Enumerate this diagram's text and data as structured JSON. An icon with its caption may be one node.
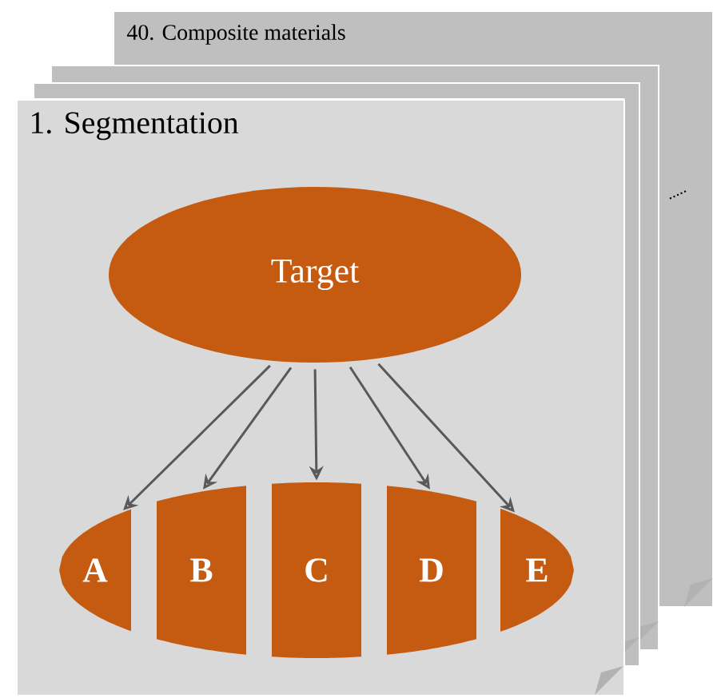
{
  "diagram": {
    "nodes": [
      {
        "text": [
          "40. Composite materials"
        ]
      },
      {
        "text": [],
        "shape": "box"
      },
      {
        "text": [],
        "shape": "box"
      },
      {
        "text": [
          "1. Segmentation"
        ]
      },
      {
        "text": [
          "Target"
        ],
        "in": 3
      },
      {
        "text": [
          "A"
        ],
        "in": 3
      },
      {
        "text": [
          "B"
        ],
        "in": 3
      },
      {
        "text": [
          "C"
        ],
        "in": 3
      },
      {
        "text": [
          "D"
        ],
        "in": 3
      },
      {
        "text": [
          "E"
        ],
        "in": 3
      }
    ],
    "edges": [
      {
        "from": 4,
        "to": 5,
        "arrow": "to"
      },
      {
        "from": 4,
        "to": 6,
        "arrow": "to"
      },
      {
        "from": 4,
        "to": 7,
        "arrow": "to"
      },
      {
        "from": 4,
        "to": 8,
        "arrow": "to"
      },
      {
        "from": 4,
        "to": 9,
        "arrow": "to"
      }
    ],
    "labels": [
      "....."
    ]
  }
}
